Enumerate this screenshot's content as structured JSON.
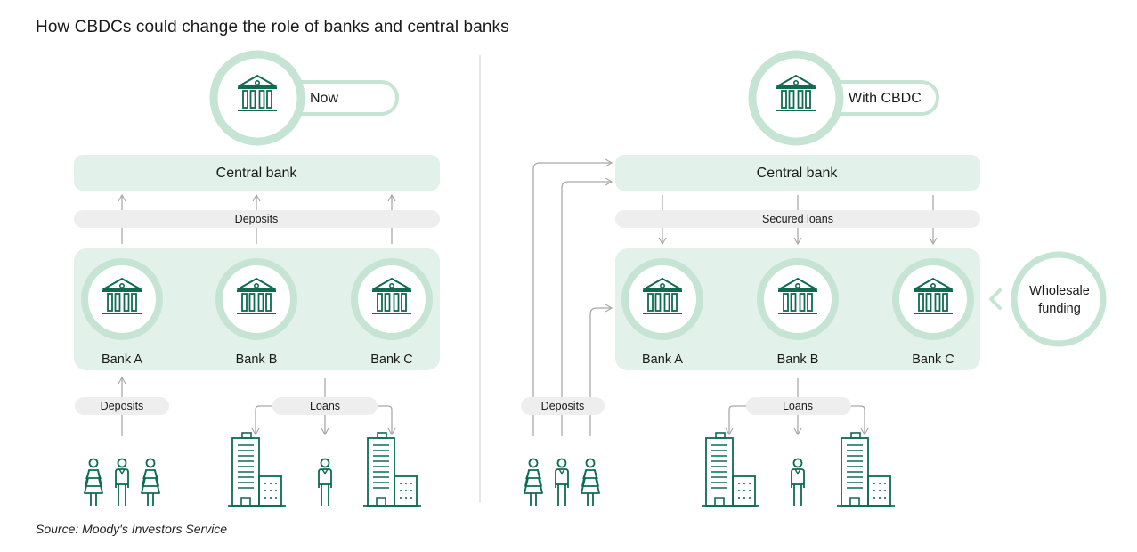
{
  "title": "How CBDCs could change the role of banks and central banks",
  "source": "Source: Moody's Investors Service",
  "colors": {
    "light_green": "#e2f1e9",
    "ring_green": "#c6e4d3",
    "icon_green": "#0f6b50",
    "arrow_gray": "#a8aaa9",
    "pill_gray": "#eeeeee"
  },
  "icons": {
    "central_bank": "bank-building-icon",
    "bank": "bank-building-icon",
    "person_female": "woman-icon",
    "person_male": "man-icon",
    "office": "office-building-icon",
    "wholesale_chevron": "chevron-left-icon"
  },
  "left": {
    "tag": "Now",
    "central_bank": "Central bank",
    "deposits_top": "Deposits",
    "banks": [
      "Bank A",
      "Bank B",
      "Bank C"
    ],
    "deposits_bottom": "Deposits",
    "loans": "Loans"
  },
  "right": {
    "tag": "With CBDC",
    "central_bank": "Central bank",
    "secured_loans": "Secured loans",
    "banks": [
      "Bank A",
      "Bank B",
      "Bank C"
    ],
    "wholesale_line1": "Wholesale",
    "wholesale_line2": "funding",
    "deposits_bottom": "Deposits",
    "loans": "Loans"
  }
}
